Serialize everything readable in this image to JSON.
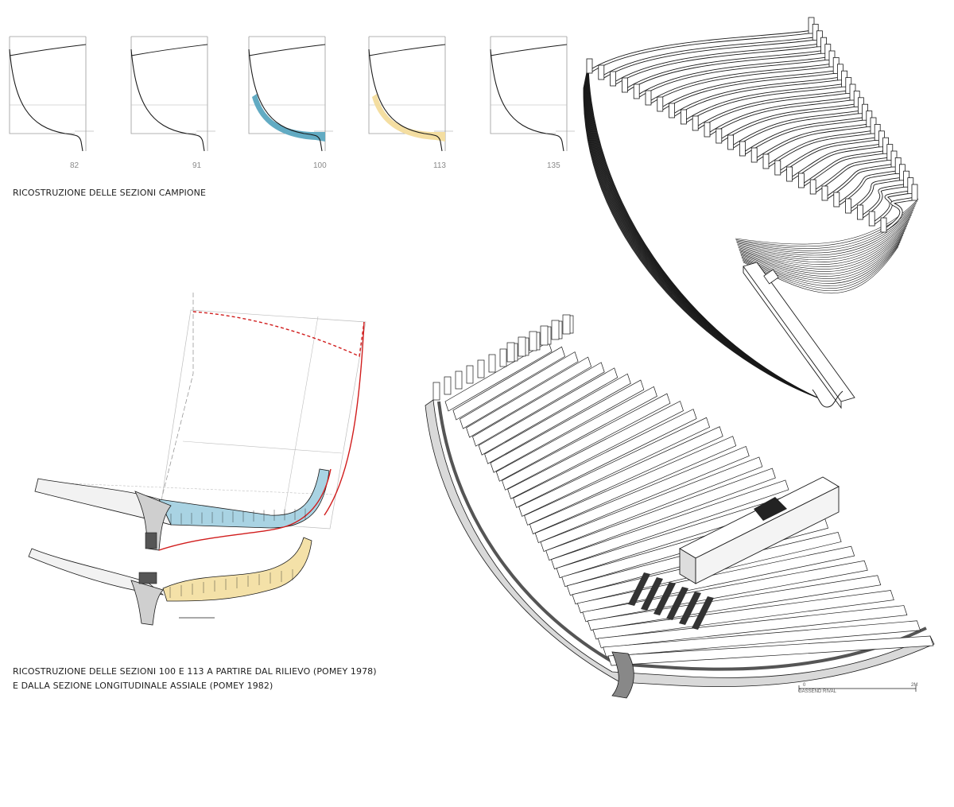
{
  "sections": {
    "caption": "RICOSTRUZIONE DELLE SEZIONI CAMPIONE",
    "items": [
      {
        "label": "82",
        "highlight": "none"
      },
      {
        "label": "91",
        "highlight": "none"
      },
      {
        "label": "100",
        "highlight": "#5aa7c0"
      },
      {
        "label": "113",
        "highlight": "#f3dc9c"
      },
      {
        "label": "135",
        "highlight": "none"
      }
    ]
  },
  "reconstruction": {
    "caption_line1": "RICOSTRUZIONE DELLE SEZIONI 100 E 113 A PARTIRE DAL RILIEVO (POMEY 1978)",
    "caption_line2": "E DALLA SEZIONE LONGITUDINALE ASSIALE (POMEY 1982)",
    "section_100_fill": "#a9d3e3",
    "section_113_fill": "#f4e1a8",
    "profile_color": "#d11d1d"
  },
  "isometric": {
    "scale_start": "0",
    "scale_end": "2M",
    "credit": "GASSEND RIVAL"
  },
  "colors": {
    "line": "#1a1a1a",
    "frame_gray": "#8a8a8a"
  }
}
